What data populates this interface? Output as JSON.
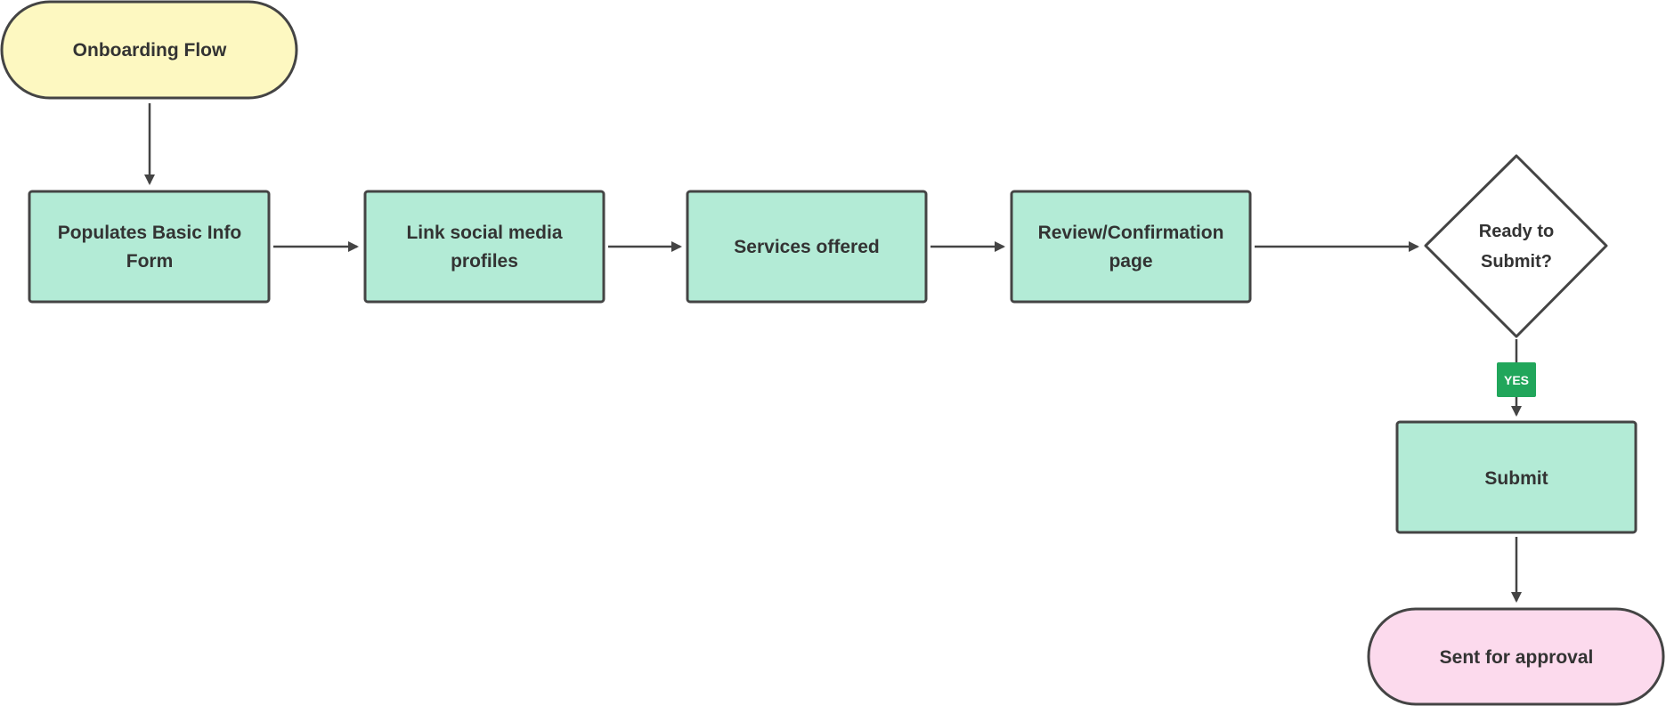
{
  "colors": {
    "terminal_start": "#fdf8c1",
    "process": "#b3ebd6",
    "terminal_end": "#fcdaed",
    "decision": "#ffffff",
    "stroke": "#444444",
    "text": "#333333",
    "yes_badge": "#21a65b"
  },
  "nodes": {
    "start": {
      "text": "Onboarding Flow"
    },
    "basic_info": {
      "line1": "Populates Basic Info",
      "line2": "Form"
    },
    "social_media": {
      "line1": "Link social media",
      "line2": "profiles"
    },
    "services": {
      "text": "Services offered"
    },
    "review": {
      "line1": "Review/Confirmation",
      "line2": "page"
    },
    "decision": {
      "line1": "Ready to",
      "line2": "Submit?"
    },
    "submit": {
      "text": "Submit"
    },
    "end": {
      "text": "Sent for approval"
    }
  },
  "edges": {
    "yes_label": "YES"
  }
}
